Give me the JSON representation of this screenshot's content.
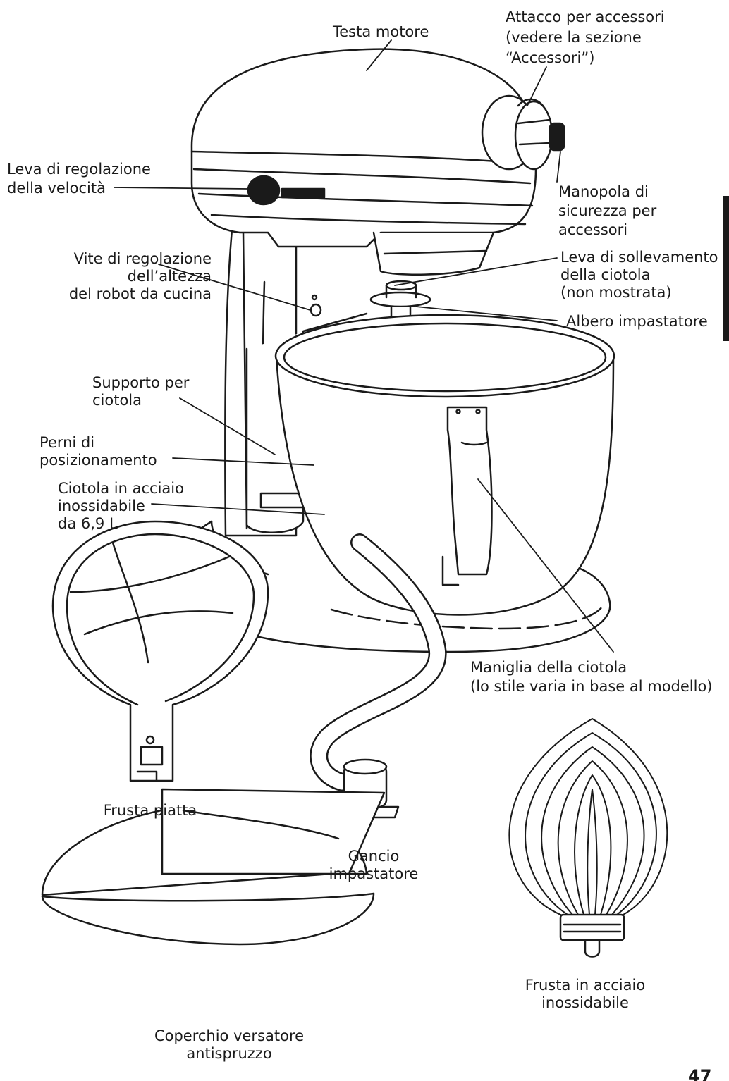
{
  "labels": {
    "testa_motore": [
      "Testa motore"
    ],
    "attacco": [
      "Attacco per accessori",
      "(vedere la sezione",
      "“Accessori”)"
    ],
    "leva_velocita": [
      "Leva di regolazione",
      "della velocità"
    ],
    "manopola": [
      "Manopola di",
      "sicurezza per",
      "accessori"
    ],
    "vite": [
      "Vite di regolazione",
      "dell’altezza",
      "del robot da cucina"
    ],
    "leva_sollevamento": [
      "Leva di sollevamento",
      "della ciotola",
      "(non mostrata)"
    ],
    "albero": [
      "Albero impastatore"
    ],
    "supporto": [
      "Supporto per",
      "ciotola"
    ],
    "perni": [
      "Perni di",
      "posizionamento"
    ],
    "ciotola": [
      "Ciotola in acciaio",
      "inossidabile",
      "da 6,9 L"
    ],
    "maniglia": [
      "Maniglia della ciotola",
      "(lo stile varia in base al modello)"
    ],
    "frusta_piatta": [
      "Frusta piatta"
    ],
    "gancio": [
      "Gancio",
      "impastatore"
    ],
    "frusta_acciaio": [
      "Frusta in acciaio",
      "inossidabile"
    ],
    "coperchio": [
      "Coperchio versatore",
      "antispruzzo"
    ]
  },
  "page_number": "47",
  "colors": {
    "ink": "#1a1a1a",
    "paper": "#ffffff",
    "tab": "#1a1a1a"
  }
}
